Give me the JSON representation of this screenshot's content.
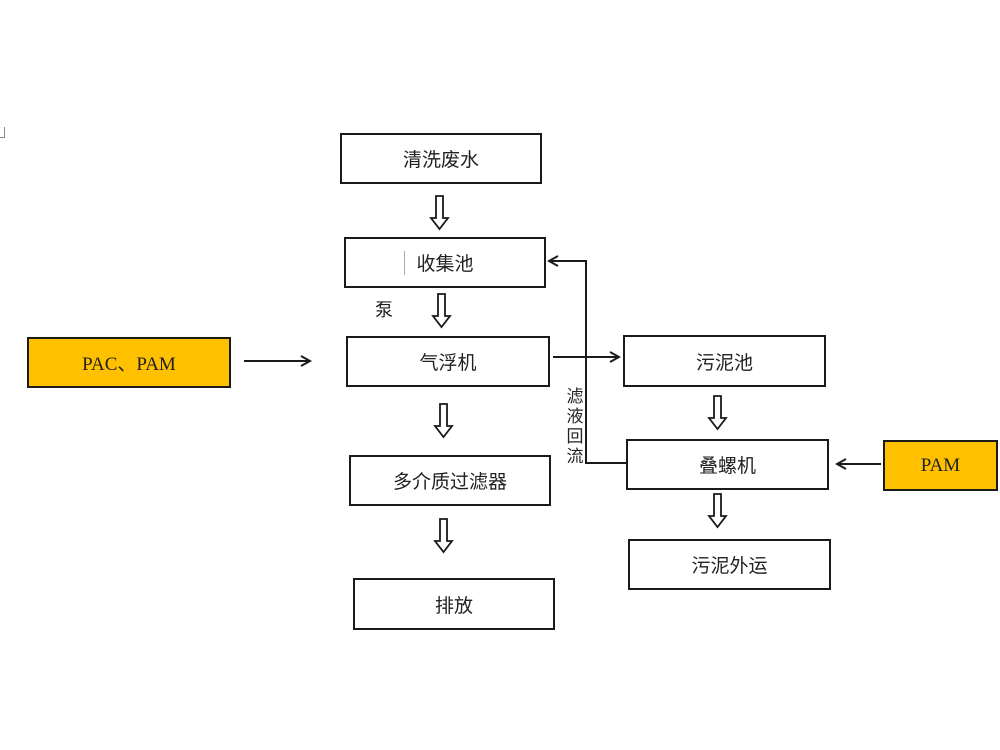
{
  "diagram": {
    "type": "process-flow",
    "main_flow": [
      {
        "id": "wastewater",
        "label": "清洗废水"
      },
      {
        "id": "collection_tank",
        "label": "收集池"
      },
      {
        "id": "air_flotation",
        "label": "气浮机"
      },
      {
        "id": "multimedia_filter",
        "label": "多介质过滤器"
      },
      {
        "id": "discharge",
        "label": "排放"
      }
    ],
    "sludge_flow": [
      {
        "id": "sludge_tank",
        "label": "污泥池"
      },
      {
        "id": "screw_press",
        "label": "叠螺机"
      },
      {
        "id": "sludge_transport",
        "label": "污泥外运"
      }
    ],
    "reagents": [
      {
        "id": "reagent_pac_pam",
        "label": "PAC、PAM",
        "target": "air_flotation"
      },
      {
        "id": "reagent_pam",
        "label": "PAM",
        "target": "screw_press"
      }
    ],
    "annotations": {
      "pump": "泵",
      "filtrate_return": "滤液回流"
    },
    "connections": [
      {
        "from": "wastewater",
        "to": "collection_tank",
        "style": "hollow-arrow"
      },
      {
        "from": "collection_tank",
        "to": "air_flotation",
        "style": "hollow-arrow",
        "label": "泵"
      },
      {
        "from": "air_flotation",
        "to": "multimedia_filter",
        "style": "hollow-arrow"
      },
      {
        "from": "multimedia_filter",
        "to": "discharge",
        "style": "hollow-arrow"
      },
      {
        "from": "air_flotation",
        "to": "sludge_tank",
        "style": "line-arrow"
      },
      {
        "from": "sludge_tank",
        "to": "screw_press",
        "style": "hollow-arrow"
      },
      {
        "from": "screw_press",
        "to": "sludge_transport",
        "style": "hollow-arrow"
      },
      {
        "from": "screw_press",
        "to": "collection_tank",
        "style": "line-arrow",
        "label": "滤液回流"
      },
      {
        "from": "reagent_pac_pam",
        "to": "air_flotation",
        "style": "line-arrow"
      },
      {
        "from": "reagent_pam",
        "to": "screw_press",
        "style": "line-arrow"
      }
    ],
    "colors": {
      "reagent_fill": "#ffc000",
      "box_border": "#1a1a1a",
      "background": "#ffffff"
    }
  }
}
